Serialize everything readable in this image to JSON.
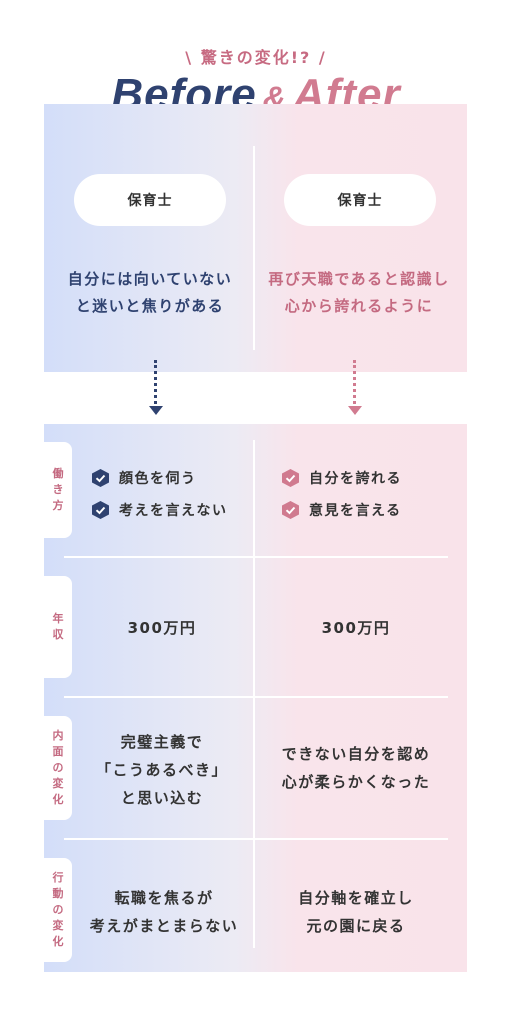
{
  "header": {
    "tagline": "\\ 驚きの変化!? /",
    "title_before": "Before",
    "title_amp": "&",
    "title_after": "After"
  },
  "comparison": {
    "before": {
      "role": "保育士",
      "summary_line1": "自分には向いていない",
      "summary_line2": "と迷いと焦りがある"
    },
    "after": {
      "role": "保育士",
      "summary_line1": "再び天職であると認識し",
      "summary_line2": "心から誇れるように"
    }
  },
  "rows": {
    "work_style": {
      "label": [
        "働",
        "き",
        "方"
      ],
      "before_items": [
        "顔色を伺う",
        "考えを言えない"
      ],
      "after_items": [
        "自分を誇れる",
        "意見を言える"
      ]
    },
    "income": {
      "label": [
        "年",
        "収"
      ],
      "before": "300万円",
      "after": "300万円"
    },
    "inner_change": {
      "label": [
        "内",
        "面",
        "の",
        "変",
        "化"
      ],
      "before_lines": [
        "完璧主義で",
        "「こうあるべき」",
        "と思い込む"
      ],
      "after_lines": [
        "できない自分を認め",
        "心が柔らかくなった"
      ]
    },
    "action_change": {
      "label": [
        "行",
        "動",
        "の",
        "変",
        "化"
      ],
      "before_lines": [
        "転職を焦るが",
        "考えがまとまらない"
      ],
      "after_lines": [
        "自分軸を確立し",
        "元の園に戻る"
      ]
    }
  },
  "colors": {
    "navy": "#2f4270",
    "pink": "#c46a81",
    "before_bg": "#d3def9",
    "after_bg": "#f9e3ea"
  }
}
